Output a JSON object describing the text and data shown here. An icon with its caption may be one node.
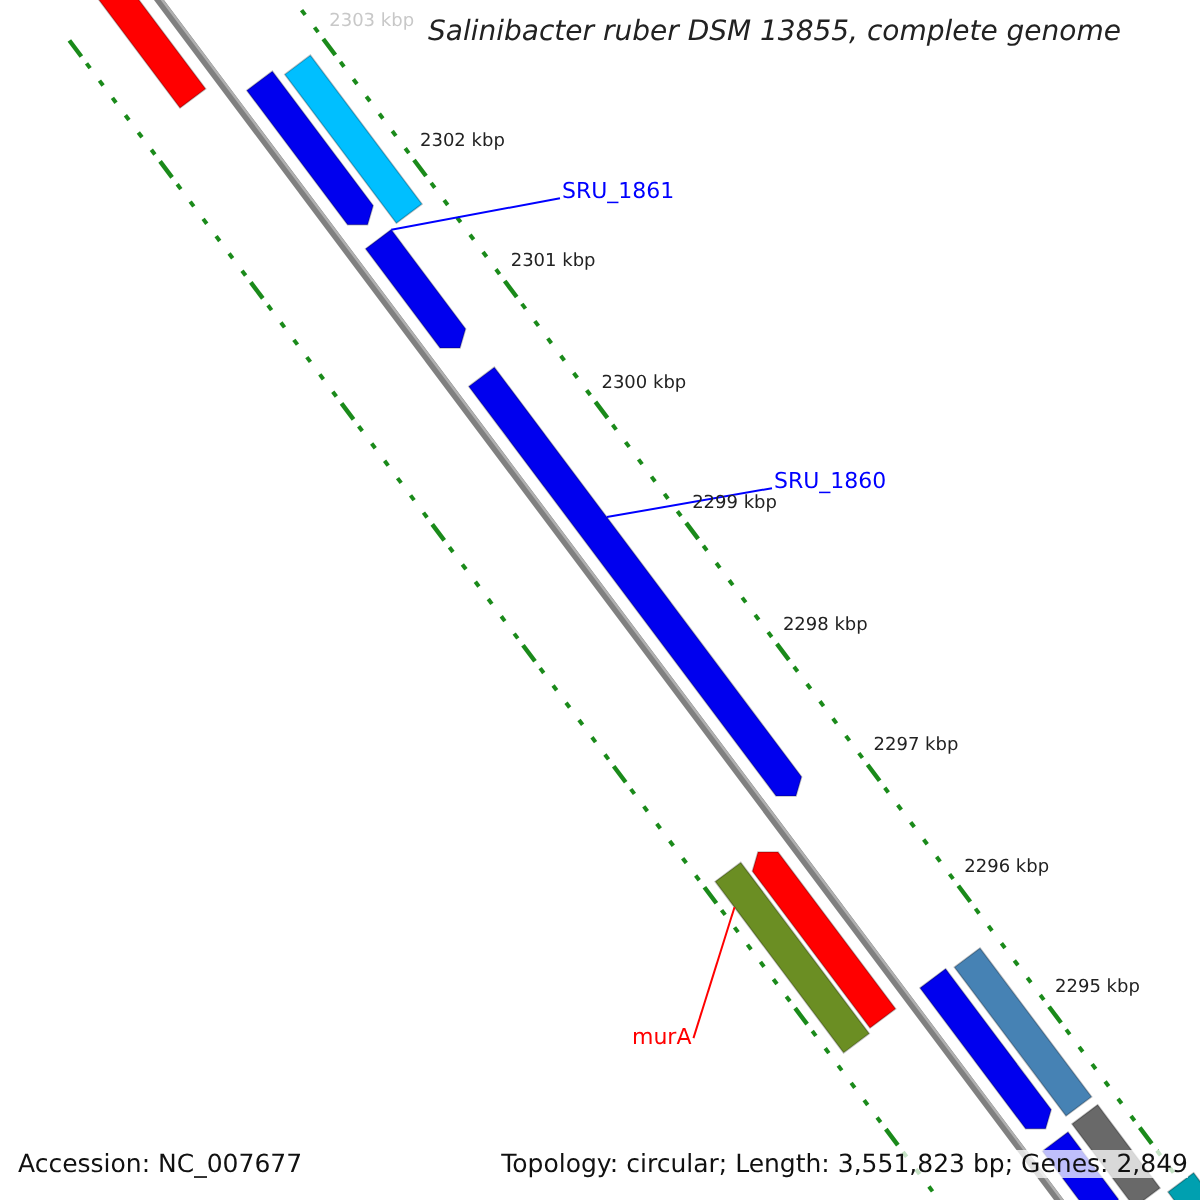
{
  "diagram": {
    "title": "Salinibacter ruber DSM 13855, complete genome",
    "nodes": [
      {
        "text": [],
        "shape": "bar"
      },
      {
        "text": [],
        "shape": "bar"
      },
      {
        "text": [],
        "shape": "bar"
      },
      {
        "text": [],
        "shape": "bar"
      },
      {
        "text": [],
        "shape": "bar"
      },
      {
        "text": [],
        "shape": "bar"
      },
      {
        "text": [],
        "shape": "bar"
      },
      {
        "text": [],
        "shape": "bar"
      },
      {
        "text": [],
        "shape": "bar"
      },
      {
        "text": [],
        "shape": "bar"
      },
      {
        "text": [],
        "shape": "bar"
      },
      {
        "text": [],
        "shape": "bar"
      },
      {
        "text": [
          "SRU_1861"
        ]
      },
      {
        "text": [
          "SRU_1860"
        ]
      },
      {
        "text": [
          "murA"
        ]
      }
    ],
    "edges": [
      {
        "from": 12,
        "to": 3,
        "arrow": "none"
      },
      {
        "from": 13,
        "to": 4,
        "arrow": "none"
      },
      {
        "from": 14,
        "to": 5,
        "arrow": "none",
        "color": "#ff0000"
      }
    ],
    "labels": [
      "2303 kbp",
      "2302 kbp",
      "2301 kbp",
      "2300 kbp",
      "2299 kbp",
      "2298 kbp",
      "2297 kbp",
      "2296 kbp",
      "2295 kbp",
      "Accession: NC_007677",
      "Topology: circular; Length: 3,551,823 bp; Genes: 2,849"
    ]
  }
}
